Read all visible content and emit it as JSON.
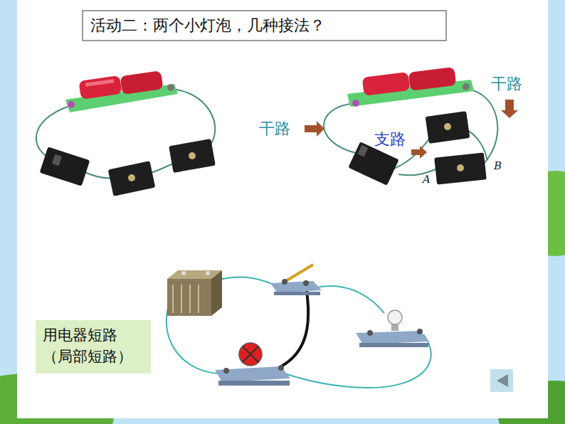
{
  "diagram": {
    "title": "活动二：两个小灯泡，几种接法？",
    "nodes": [
      {
        "text": [
          "用电器短路 （局部短路）"
        ]
      }
    ],
    "labels": [
      "干路",
      "干路",
      "支路",
      "A",
      "B"
    ]
  }
}
